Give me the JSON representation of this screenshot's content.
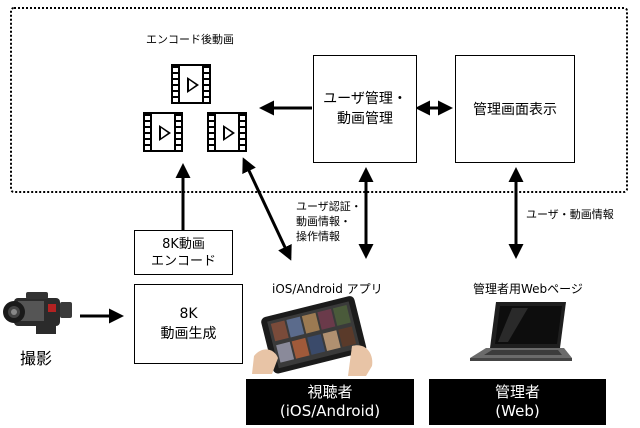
{
  "encoded_videos_label": "エンコード後動画",
  "user_mgmt_box": {
    "line1": "ユーザ管理・",
    "line2": "動画管理"
  },
  "admin_display_box": {
    "label": "管理画面表示"
  },
  "encode_box": {
    "line1": "8K動画",
    "line2": "エンコード"
  },
  "generate_box": {
    "line1": "8K",
    "line2": "動画生成"
  },
  "auth_info_label": {
    "line1": "ユーザ認証・",
    "line2": "動画情報・",
    "line3": "操作情報"
  },
  "user_video_info_label": "ユーザ・動画情報",
  "ios_android_app_label": "iOS/Android アプリ",
  "admin_web_label": "管理者用Webページ",
  "shooting_label": "撮影",
  "viewer_box": {
    "line1": "視聴者",
    "line2": "(iOS/Android)"
  },
  "admin_box": {
    "line1": "管理者",
    "line2": "(Web)"
  },
  "icons": [
    "video-camera-icon",
    "video-file-icon",
    "tablet-icon",
    "laptop-icon"
  ],
  "colors": {
    "line": "#000000",
    "dark_box": "#000000",
    "background": "#ffffff"
  }
}
